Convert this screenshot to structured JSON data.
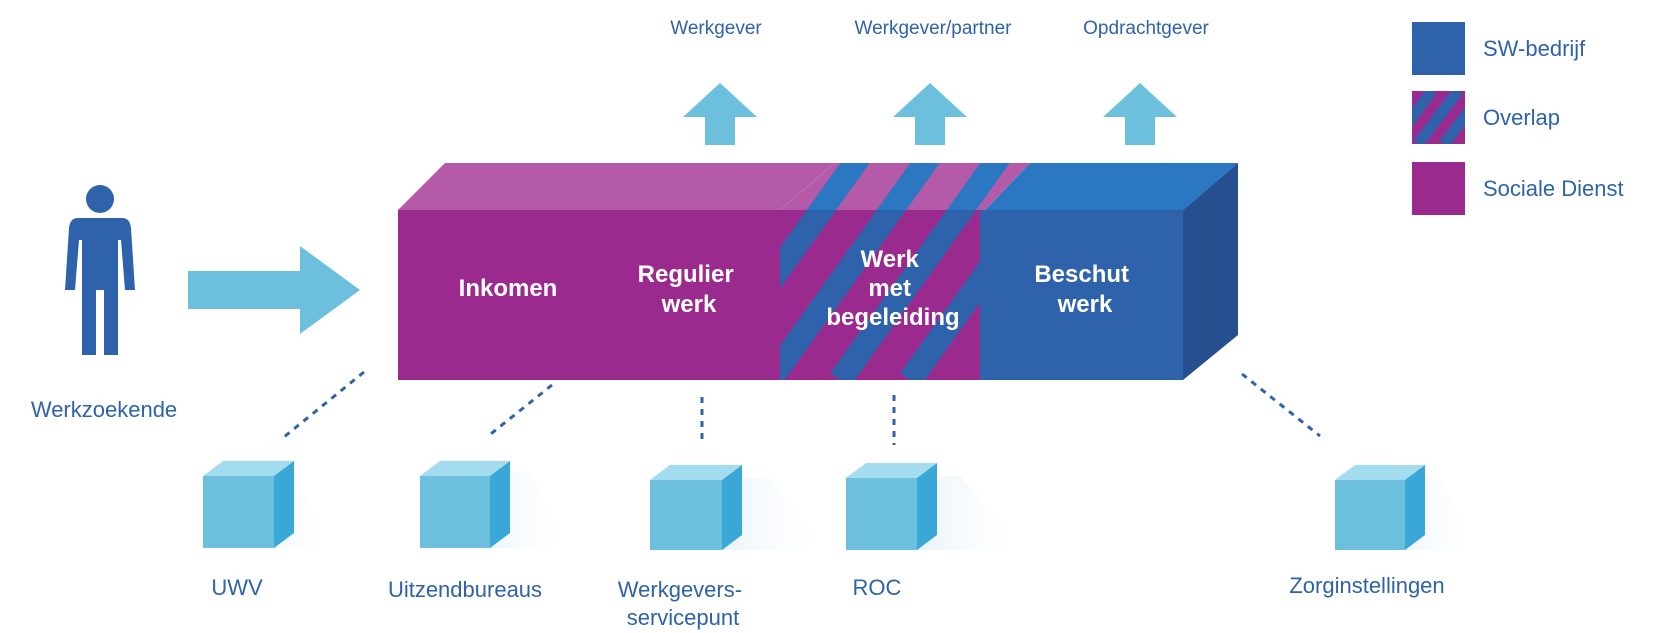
{
  "person": {
    "label": "Werkzoekende",
    "icon": "person-icon"
  },
  "top_labels": [
    "Werkgever",
    "Werkgever/partner",
    "Opdrachtgever"
  ],
  "segments": [
    {
      "lines": [
        "Inkomen"
      ],
      "fill": "sociale_dienst"
    },
    {
      "lines": [
        "Regulier",
        "werk"
      ],
      "fill": "sociale_dienst"
    },
    {
      "lines": [
        "Werk",
        "met",
        "begeleiding"
      ],
      "fill": "overlap"
    },
    {
      "lines": [
        "Beschut",
        "werk"
      ],
      "fill": "sw_bedrijf"
    }
  ],
  "legend": [
    {
      "label": "SW-bedrijf",
      "key": "sw_bedrijf"
    },
    {
      "label": "Overlap",
      "key": "overlap"
    },
    {
      "label": "Sociale Dienst",
      "key": "sociale_dienst"
    }
  ],
  "partners": [
    {
      "lines": [
        "UWV"
      ]
    },
    {
      "lines": [
        "Uitzendbureaus"
      ]
    },
    {
      "lines": [
        "Werkgevers-",
        "servicepunt"
      ]
    },
    {
      "lines": [
        "ROC"
      ]
    },
    {
      "lines": [
        "Zorginstellingen"
      ]
    }
  ],
  "colors": {
    "sociale_dienst": "#9b2a8e",
    "sociale_dienst_top": "#b45aa8",
    "sw_bedrijf": "#2e62aa",
    "sw_bedrijf_top": "#2b77c2",
    "sw_bedrijf_side": "#254f8f",
    "arrow": "#6cc0de",
    "cube_front": "#6cc0de",
    "cube_side": "#3aa8d6",
    "cube_top": "#a3dbef",
    "text": "#2f63a8"
  }
}
